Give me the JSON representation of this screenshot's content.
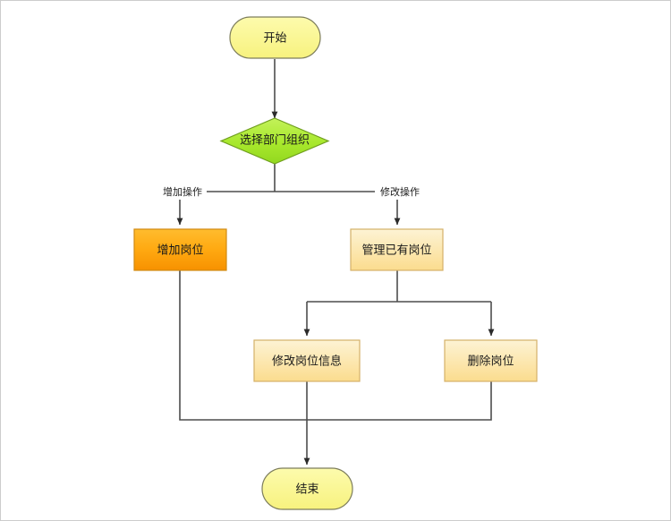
{
  "diagram": {
    "type": "flowchart",
    "orientation": "top-to-bottom",
    "background_color": "#ffffff",
    "border_color": "#cccccc",
    "edge_color": "#4d4d4d",
    "nodes": [
      {
        "id": "start",
        "label": "开始",
        "shape": "stadium",
        "fill": "#faf794",
        "stroke": "#7d7d5c"
      },
      {
        "id": "select-dept",
        "label": "选择部门组织",
        "shape": "diamond",
        "fill": "#a8e82c",
        "stroke": "#6f9e1e"
      },
      {
        "id": "add-post",
        "label": "增加岗位",
        "shape": "rectangle",
        "fill": "#ffa511",
        "stroke": "#d08a13"
      },
      {
        "id": "manage-post",
        "label": "管理已有岗位",
        "shape": "rectangle",
        "fill": "#fbe6a2",
        "stroke": "#d4b169"
      },
      {
        "id": "edit-post-info",
        "label": "修改岗位信息",
        "shape": "rectangle",
        "fill": "#fbe6a2",
        "stroke": "#d4b169"
      },
      {
        "id": "delete-post",
        "label": "删除岗位",
        "shape": "rectangle",
        "fill": "#fbe6a2",
        "stroke": "#d4b169"
      },
      {
        "id": "end",
        "label": "结束",
        "shape": "stadium",
        "fill": "#faf794",
        "stroke": "#7d7d5c"
      }
    ],
    "edges": [
      {
        "from": "start",
        "to": "select-dept",
        "label": ""
      },
      {
        "from": "select-dept",
        "to": "add-post",
        "label": "增加操作"
      },
      {
        "from": "select-dept",
        "to": "manage-post",
        "label": "修改操作"
      },
      {
        "from": "manage-post",
        "to": "edit-post-info",
        "label": ""
      },
      {
        "from": "manage-post",
        "to": "delete-post",
        "label": ""
      },
      {
        "from": "add-post",
        "to": "end",
        "label": ""
      },
      {
        "from": "edit-post-info",
        "to": "end",
        "label": ""
      },
      {
        "from": "delete-post",
        "to": "end",
        "label": ""
      }
    ]
  }
}
